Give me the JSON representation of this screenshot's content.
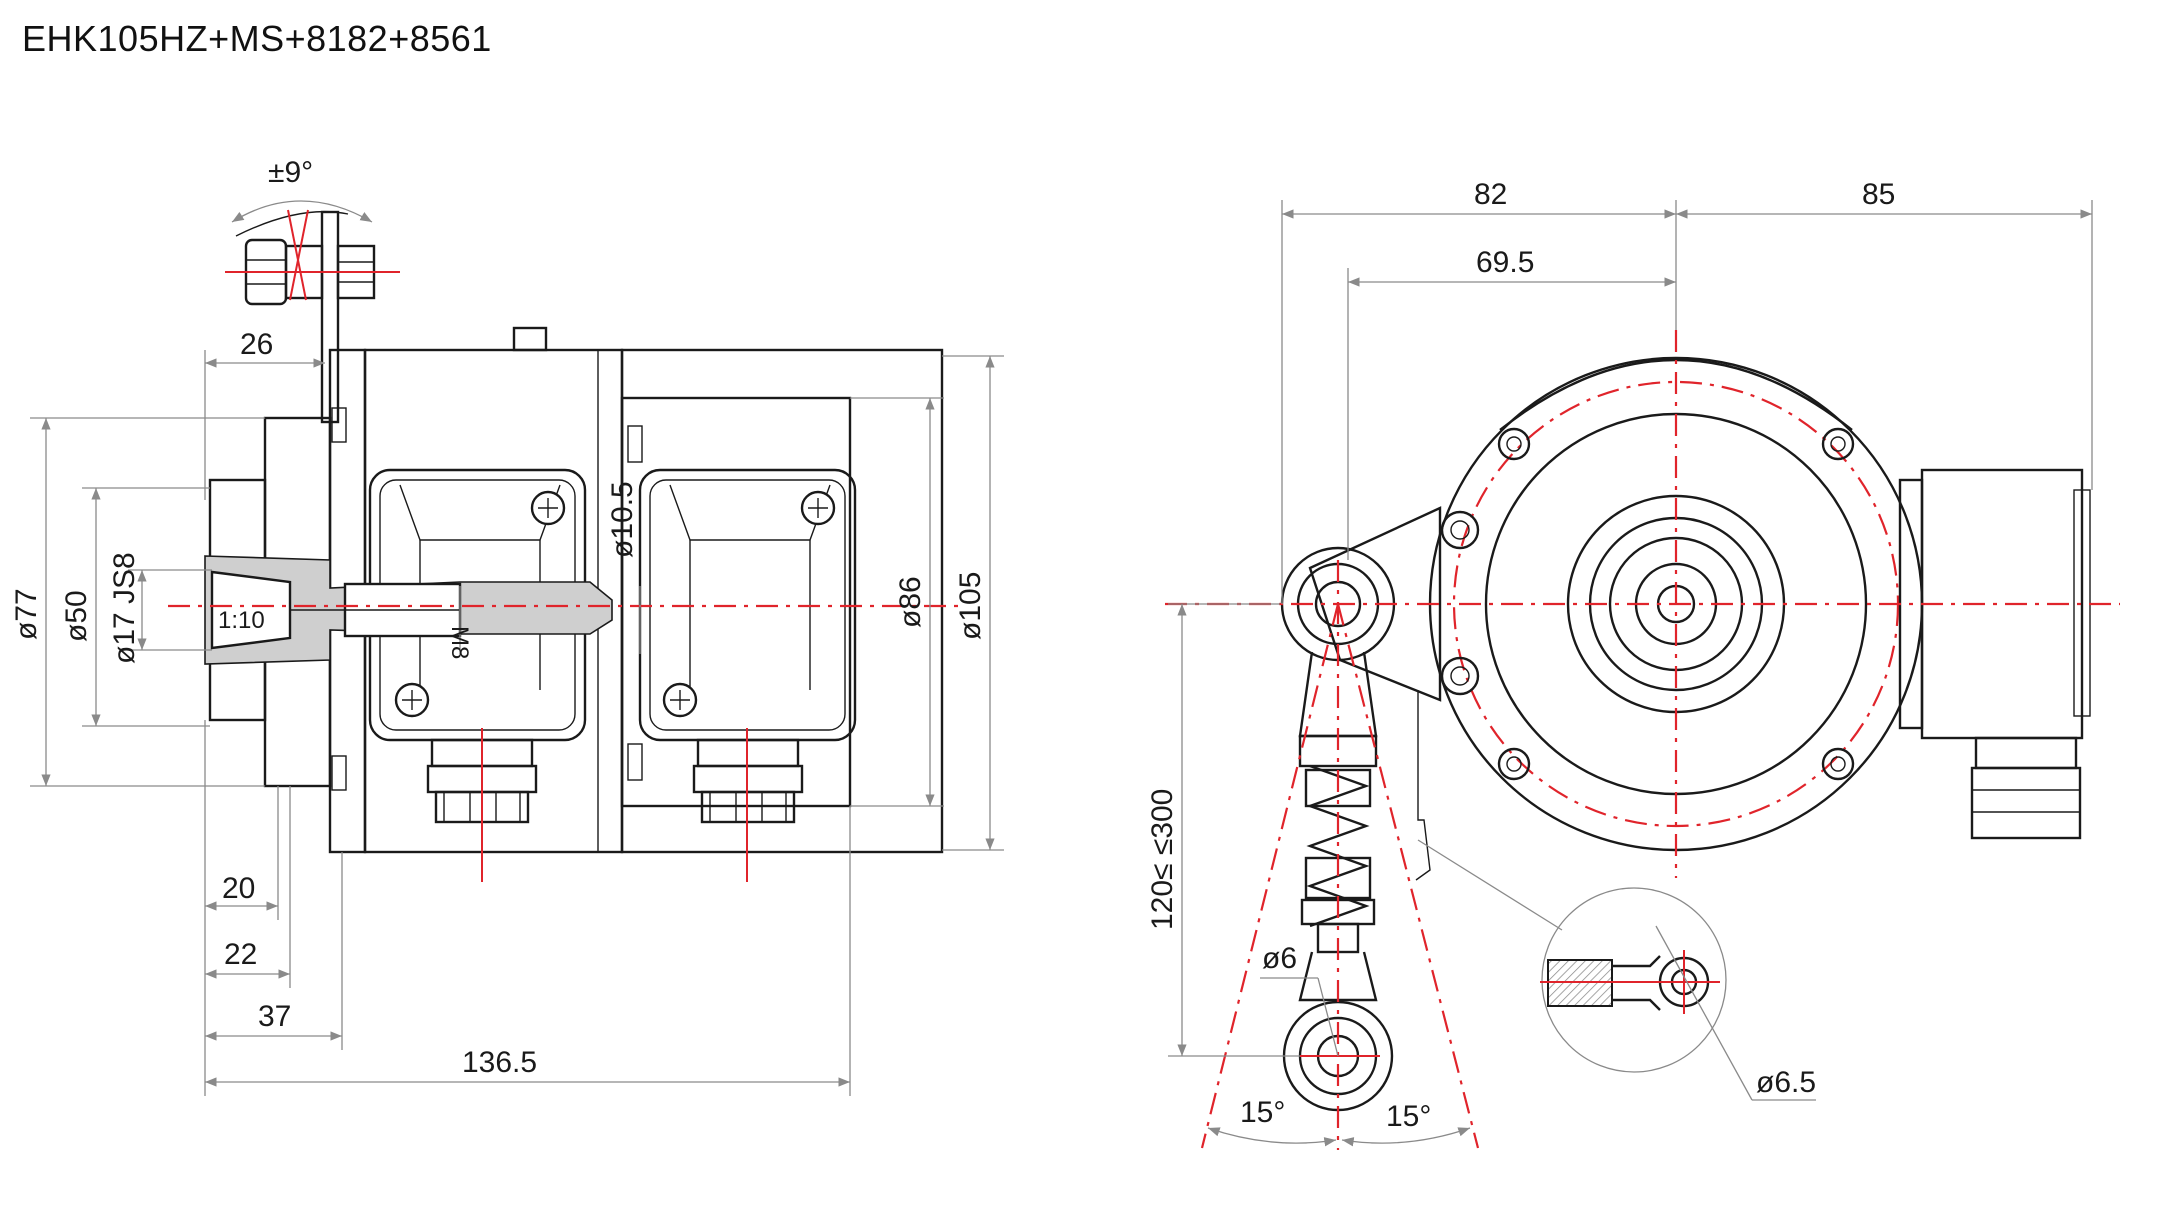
{
  "title": "EHK105HZ+MS+8182+8561",
  "colors": {
    "outline": "#1a1a1a",
    "dimension": "#8a8a8a",
    "centerline": "#e0242b"
  },
  "side_view": {
    "angle": "±9°",
    "d26": "26",
    "dia77": "ø77",
    "dia50": "ø50",
    "dia17": "ø17 JS8",
    "taper": "1:10",
    "m8": "M8",
    "dia10_5": "ø10.5",
    "dia86": "ø86",
    "dia105": "ø105",
    "d20": "20",
    "d22": "22",
    "d37": "37",
    "d136_5": "136.5"
  },
  "front_view": {
    "d82": "82",
    "d85": "85",
    "d69_5": "69.5",
    "range": "120≤ ≤300",
    "dia6": "ø6",
    "angle_left": "15°",
    "angle_right": "15°",
    "dia6_5": "ø6.5"
  }
}
